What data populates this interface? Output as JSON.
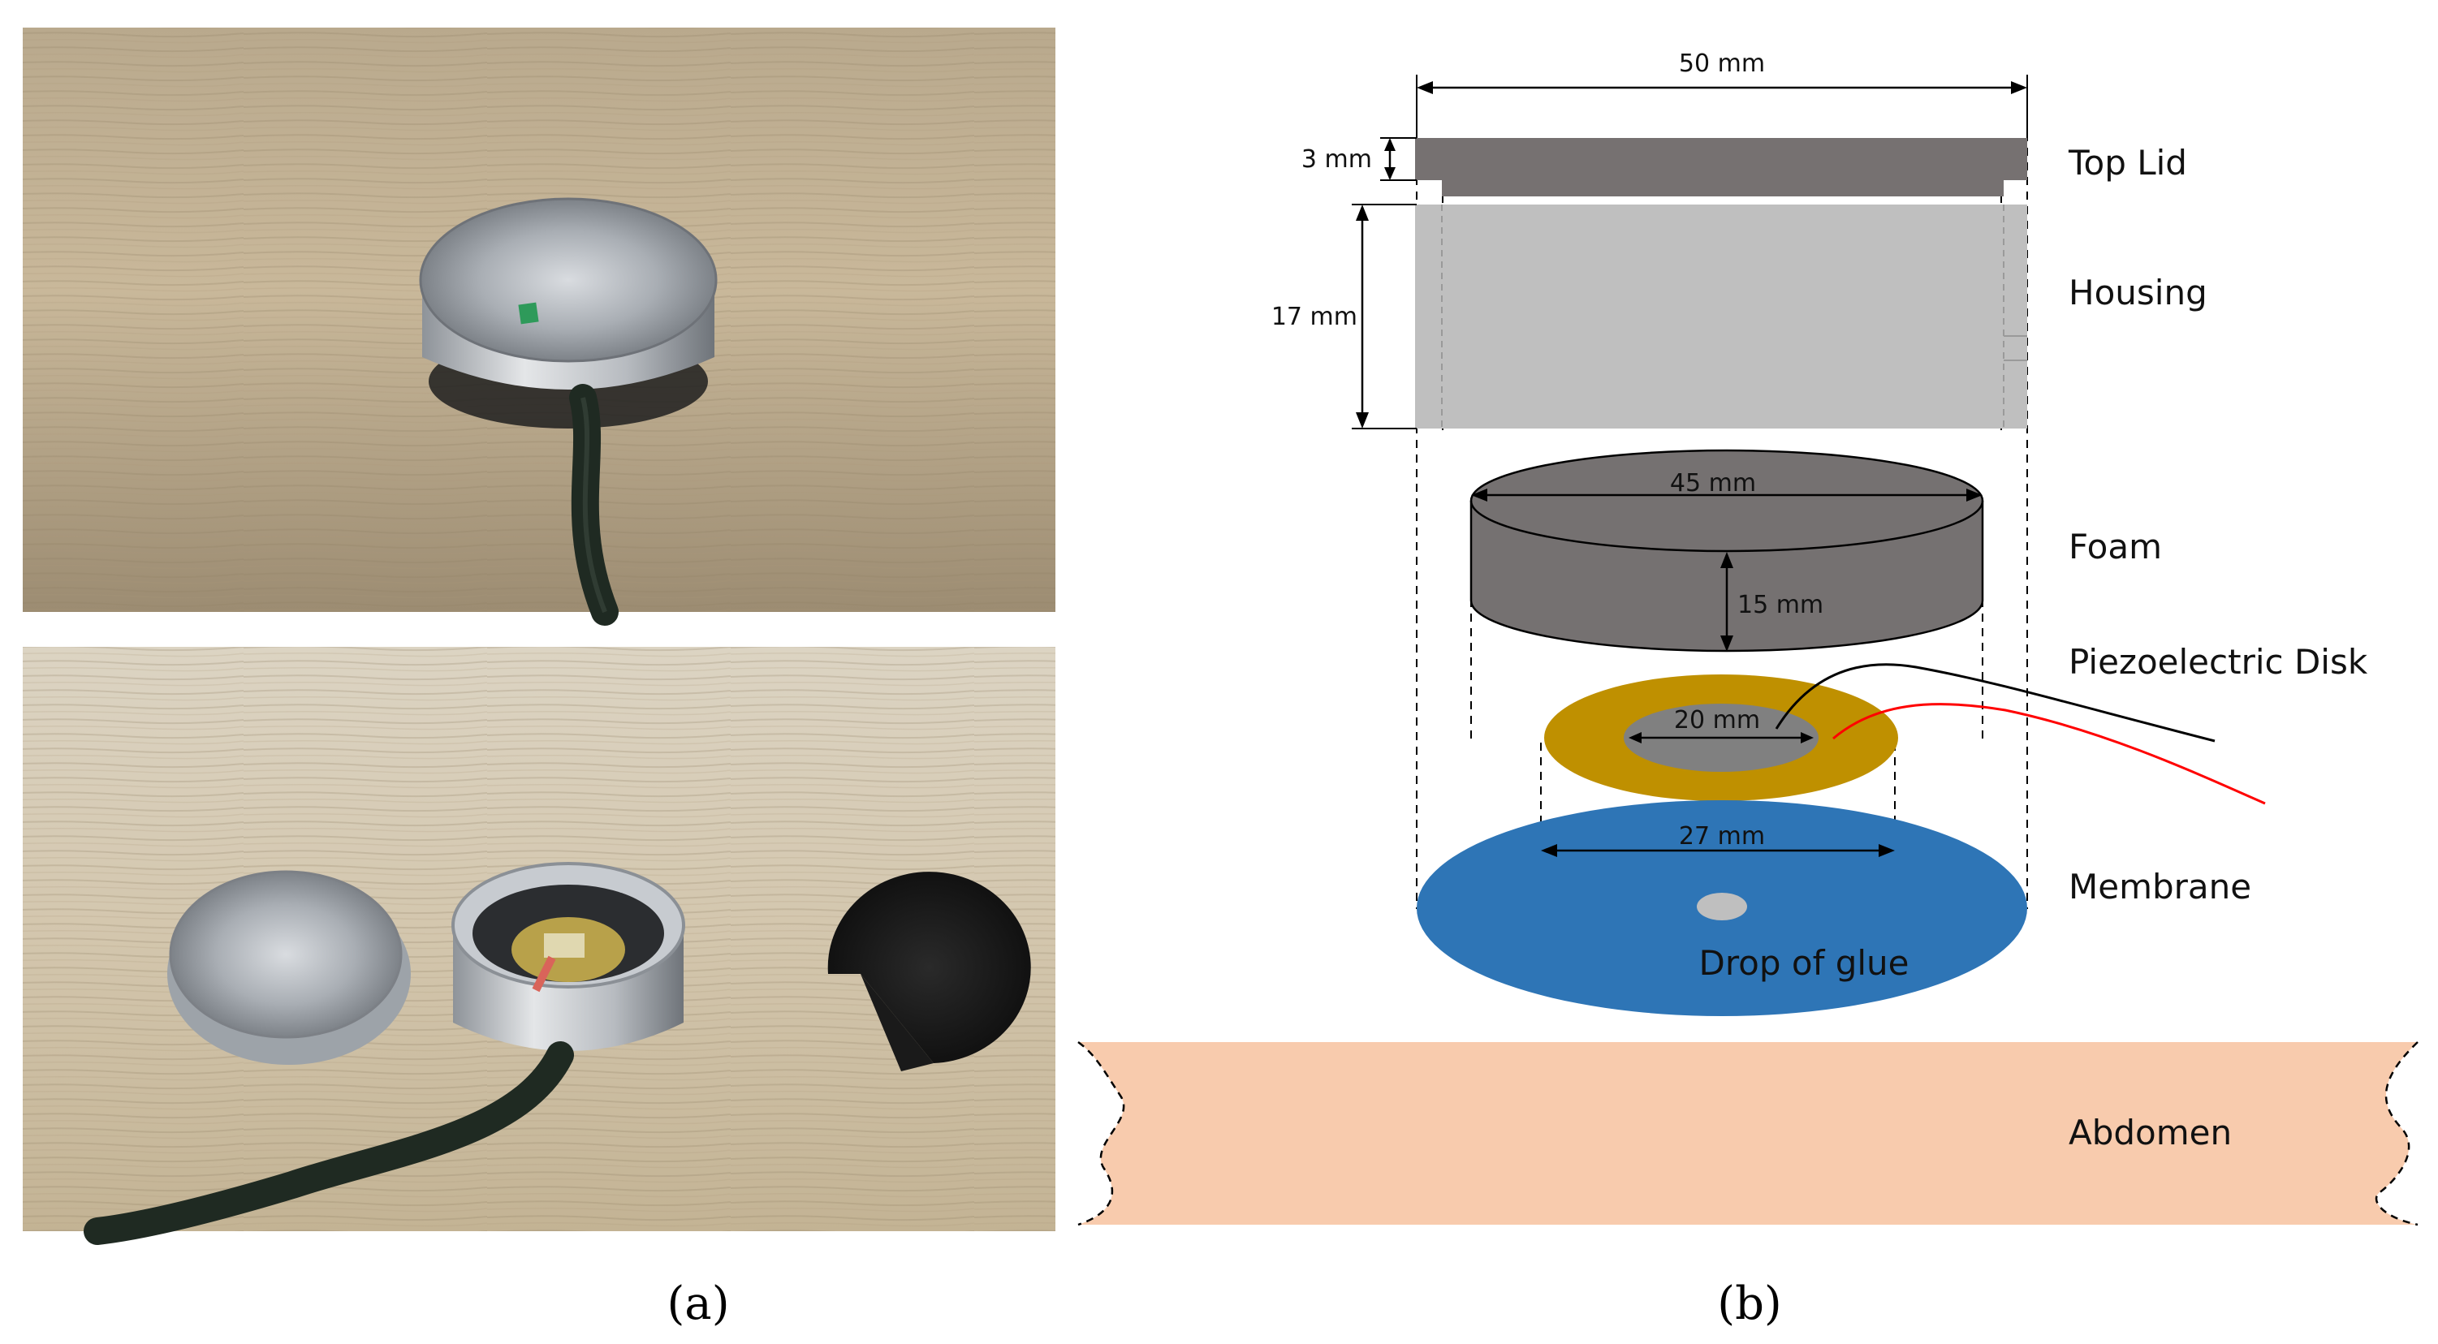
{
  "captions": {
    "a": "(a)",
    "b": "(b)"
  },
  "photos": {
    "top": {
      "description": "assembled sensor on wooden table"
    },
    "bottom": {
      "description": "disassembled sensor: lid, housing, foam"
    }
  },
  "diagram": {
    "dims": {
      "width": "50 mm",
      "lid": "3 mm",
      "housing": "17 mm",
      "foam_diameter": "45 mm",
      "foam_height": "15 mm",
      "disk_inner": "20 mm",
      "disk_outer": "27 mm"
    },
    "parts": {
      "lid": "Top Lid",
      "housing": "Housing",
      "foam": "Foam",
      "disk": "Piezoelectric Disk",
      "membrane": "Membrane",
      "abdomen": "Abdomen"
    },
    "glue": "Drop of glue"
  },
  "colors": {
    "lid": "#767171",
    "housing": "#bfbfbf",
    "foam": "#757171",
    "disk_ring": "#bf9000",
    "disk_center": "#808080",
    "membrane": "#2e75b6",
    "abdomen": "#f8cbad",
    "wire_red": "#ff0000",
    "wire_black": "#000000"
  }
}
